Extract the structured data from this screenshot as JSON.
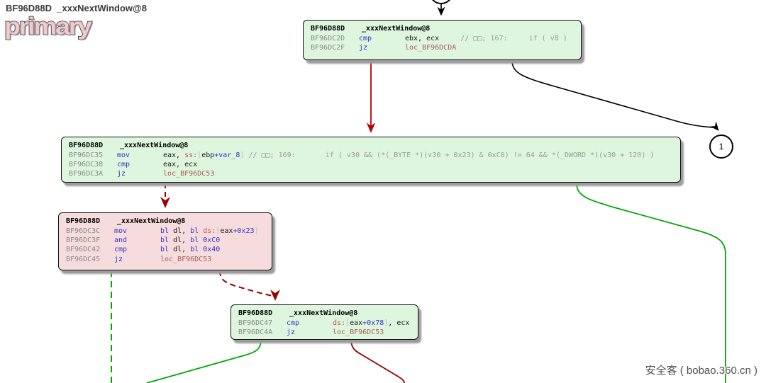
{
  "page": {
    "title": "BF96D88D  _xxxNextWindow@8",
    "logo": "primary"
  },
  "watermark": {
    "text": "安全客 ( bobao.360.cn )"
  },
  "nodes": {
    "exit_node_label": "1"
  },
  "colors": {
    "block_green": "#ddf6dd",
    "block_pink": "#f6dcdc",
    "edge_green": "#00a800",
    "edge_red": "#bb0000",
    "edge_dark_red": "#990000",
    "edge_black": "#000000",
    "mnemonic_blue": "#3434cc",
    "label_red": "#ad5a5a",
    "comment_gray": "#9a9a9a"
  },
  "blocks": [
    {
      "kind": "green",
      "header_addr": "BF96D88D",
      "header_name": "_xxxNextWindow@8",
      "rows": [
        {
          "addr": "BF96DC2D",
          "mn": "cmp",
          "tokens": [
            [
              "op",
              "ebx, ecx"
            ],
            [
              "com",
              "     // □□; 167:     if ( v8 )"
            ]
          ]
        },
        {
          "addr": "BF96DC2F",
          "mn": "jz",
          "tokens": [
            [
              "loc",
              "loc_BF96DCDA"
            ]
          ]
        }
      ]
    },
    {
      "kind": "green",
      "header_addr": "BF96D88D",
      "header_name": "_xxxNextWindow@8",
      "rows": [
        {
          "addr": "BF96DC35",
          "mn": "mov",
          "tokens": [
            [
              "op",
              "eax, "
            ],
            [
              "seg",
              "ss:"
            ],
            [
              "br",
              "["
            ],
            [
              "op",
              "ebp"
            ],
            [
              "num",
              "+var_8"
            ],
            [
              "br",
              "]"
            ],
            [
              "com",
              " // □□; 169:       if ( v30 && (*(_BYTE *)(v30 + 0x23) & 0xC0) != 64 && *(_DWORD *)(v30 + 120) )"
            ]
          ]
        },
        {
          "addr": "BF96DC38",
          "mn": "cmp",
          "tokens": [
            [
              "op",
              "eax, ecx"
            ]
          ]
        },
        {
          "addr": "BF96DC3A",
          "mn": "jz",
          "tokens": [
            [
              "loc",
              "loc_BF96DC53"
            ]
          ]
        }
      ]
    },
    {
      "kind": "pink",
      "header_addr": "BF96D88D",
      "header_name": "_xxxNextWindow@8",
      "rows": [
        {
          "addr": "BF96DC3C",
          "mn": "mov",
          "tokens": [
            [
              "num",
              "bl"
            ],
            [
              "op",
              " dl, "
            ],
            [
              "num",
              "bl"
            ],
            [
              "op",
              " "
            ],
            [
              "seg",
              "ds:"
            ],
            [
              "br",
              "["
            ],
            [
              "op",
              "eax"
            ],
            [
              "num",
              "+0x23"
            ],
            [
              "br",
              "]"
            ]
          ]
        },
        {
          "addr": "BF96DC3F",
          "mn": "and",
          "tokens": [
            [
              "num",
              "bl"
            ],
            [
              "op",
              " dl, "
            ],
            [
              "num",
              "bl"
            ],
            [
              "op",
              " "
            ],
            [
              "num",
              "0xC0"
            ]
          ]
        },
        {
          "addr": "BF96DC42",
          "mn": "cmp",
          "tokens": [
            [
              "num",
              "bl"
            ],
            [
              "op",
              " dl, "
            ],
            [
              "num",
              "bl"
            ],
            [
              "op",
              " "
            ],
            [
              "num",
              "0x40"
            ]
          ]
        },
        {
          "addr": "BF96DC45",
          "mn": "jz",
          "tokens": [
            [
              "loc",
              "loc_BF96DC53"
            ]
          ]
        }
      ]
    },
    {
      "kind": "green",
      "header_addr": "BF96D88D",
      "header_name": "_xxxNextWindow@8",
      "rows": [
        {
          "addr": "BF96DC47",
          "mn": "cmp",
          "tokens": [
            [
              "seg",
              "ds:"
            ],
            [
              "br",
              "["
            ],
            [
              "op",
              "eax"
            ],
            [
              "num",
              "+0x78"
            ],
            [
              "br",
              "]"
            ],
            [
              "op",
              ", ecx"
            ]
          ]
        },
        {
          "addr": "BF96DC4A",
          "mn": "jz",
          "tokens": [
            [
              "loc",
              "loc_BF96DC53"
            ]
          ]
        }
      ]
    }
  ]
}
